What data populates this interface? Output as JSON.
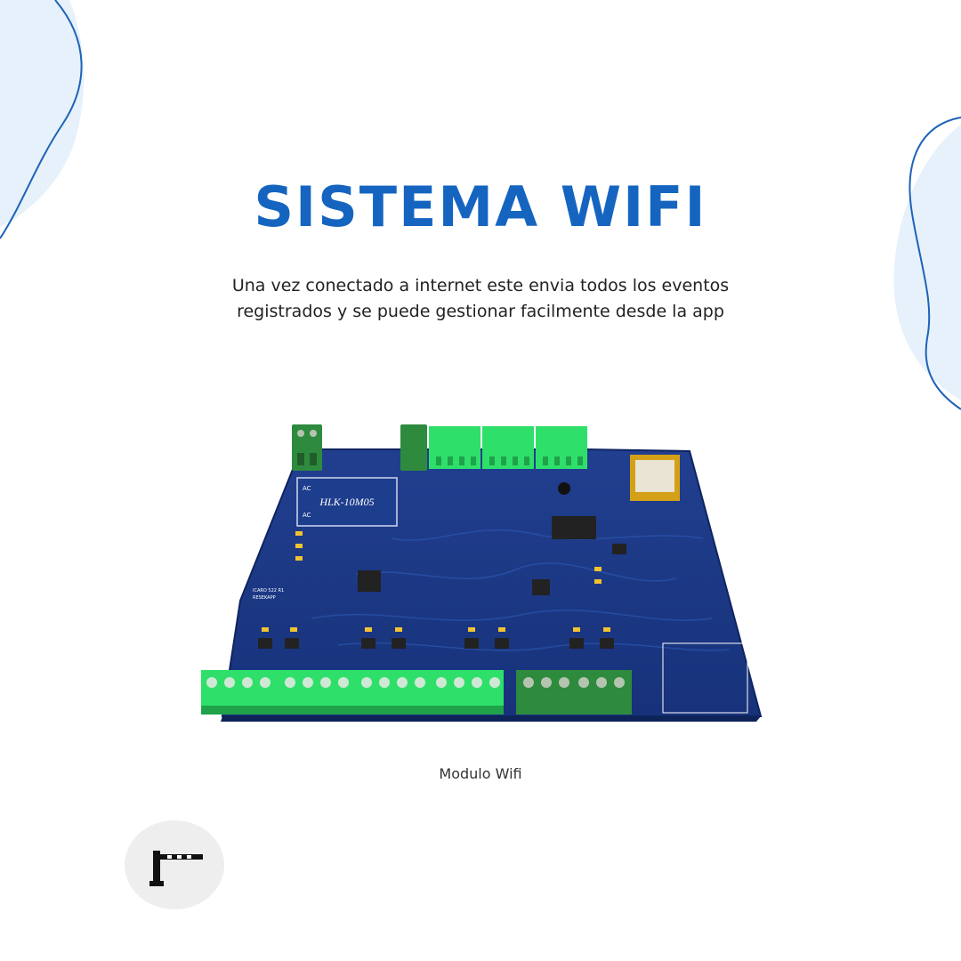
{
  "header": {
    "title": "SISTEMA WIFI",
    "description": "Una vez conectado a internet este envia todos los eventos registrados y se puede gestionar facilmente desde la app"
  },
  "figure": {
    "caption": "Modulo Wifi",
    "image_name": "pcb-board-image",
    "silkscreen": {
      "power_module": "HLK-10M05",
      "ac_top": "AC",
      "ac_bottom": "AC",
      "brand_line1": "ICARO 522 R1",
      "brand_line2": "RESEKAPP"
    }
  },
  "logo": {
    "icon": "barrier-gate-icon"
  },
  "colors": {
    "title": "#1565c0",
    "board": "#1a3b8c",
    "terminal_green": "#2ee06a",
    "terminal_dark_green": "#2e8b3e",
    "decor_fill": "#e6f1fb",
    "decor_line": "#1e63b8"
  }
}
